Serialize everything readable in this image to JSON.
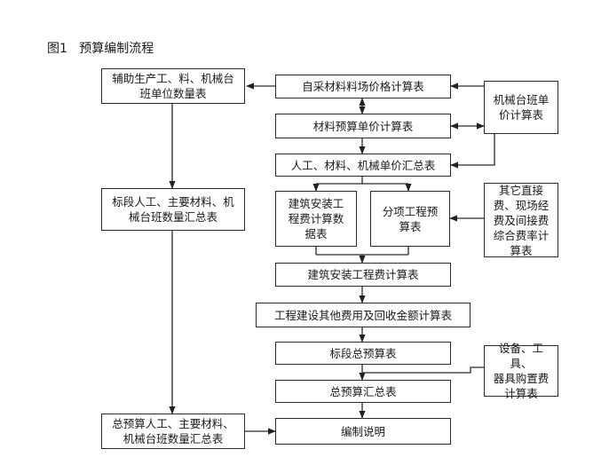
{
  "title": "图1   预算编制流程",
  "boxes": {
    "aux": "辅助生产工、料、机械台\n班单位数量表",
    "self_material": "自采材料料场价格计算表",
    "machine_price": "机械台班单\n价计算表",
    "material_budget": "材料预算单价计算表",
    "summary_unit": "人工、材料、机械单价汇总表",
    "section_summary": "标段人工、主要材料、机\n械台班数量汇总表",
    "construction_calc": "建筑安装工\n程费计算数\n据表",
    "item_budget": "分项工程预\n算表",
    "other_fees": "其它直接\n费、现场经\n费及间接费\n综合费率计\n算表",
    "install_cost": "建筑安装工程费计算表",
    "other_cost": "工程建设其他费用及回收金额计算表",
    "section_budget": "标段总预算表",
    "equipment": "设备、工具、\n器具购置费\n计算表",
    "total_summary": "总预算汇总表",
    "total_quantity": "总预算人工、主要材料、\n机械台班数量汇总表",
    "explanation": "编制说明"
  }
}
